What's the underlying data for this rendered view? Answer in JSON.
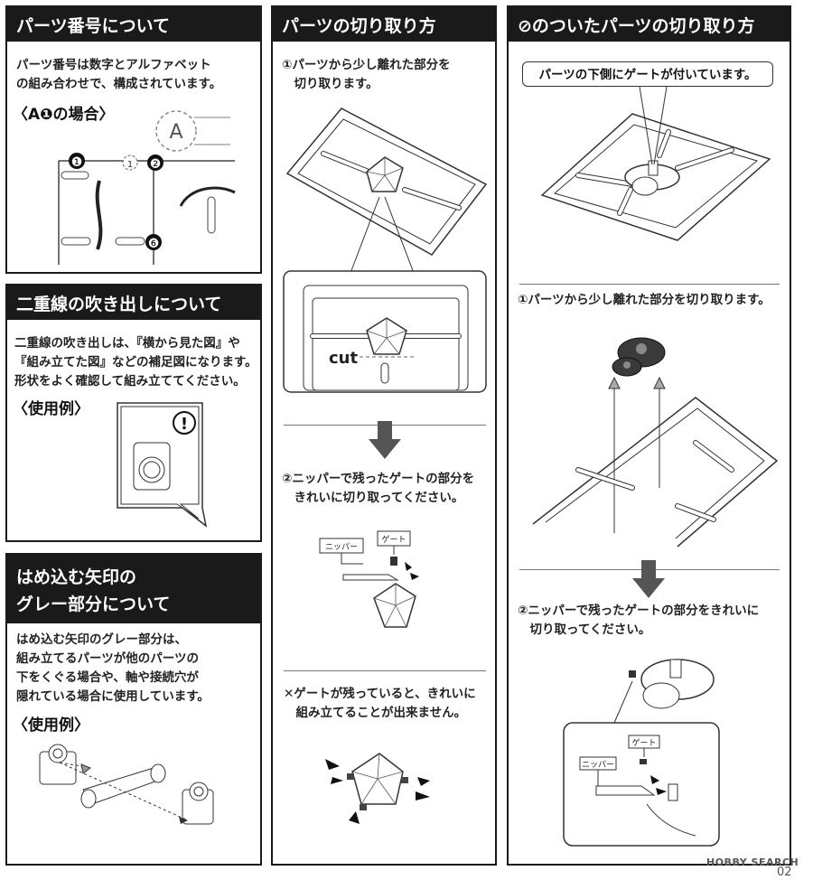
{
  "panel1": {
    "title": "パーツ番号について",
    "body": [
      "パーツ番号は数字とアルファベット",
      "の組み合わせで、構成されています。"
    ],
    "case_label": "〈A❶の場合〉",
    "fig_letter": "A",
    "fig_nums": [
      "❶",
      "1",
      "❷",
      "❻"
    ]
  },
  "panel2": {
    "title": "二重線の吹き出しについて",
    "body": [
      "二重線の吹き出しは、『横から見た図』や",
      "『組み立てた図』などの補足図になります。",
      "形状をよく確認して組み立ててください。"
    ],
    "example_label": "〈使用例〉",
    "fig_mark": "!"
  },
  "panel3": {
    "title_lines": [
      "はめ込む矢印の",
      "グレー部分について"
    ],
    "body": [
      "はめ込む矢印のグレー部分は、",
      "組み立てるパーツが他のパーツの",
      "下をくぐる場合や、軸や接続穴が",
      "隠れている場合に使用しています。"
    ],
    "example_label": "〈使用例〉"
  },
  "panel4": {
    "title": "パーツの切り取り方",
    "step1": [
      "①パーツから少し離れた部分を",
      "　切り取ります。"
    ],
    "cut_label": "cut",
    "step2": [
      "②ニッパーで残ったゲートの部分を",
      "　きれいに切り取ってください。"
    ],
    "nipper_label": "ニッパー",
    "gate_label": "ゲート",
    "warning": [
      "✕ゲートが残っていると、きれいに",
      "　組み立てることが出来ません。"
    ]
  },
  "panel5": {
    "title": "⊘のついたパーツの切り取り方",
    "callout": "パーツの下側にゲートが付いています。",
    "step1": "①パーツから少し離れた部分を切り取ります。",
    "step2": [
      "②ニッパーで残ったゲートの部分をきれいに",
      "　切り取ってください。"
    ],
    "gate_label": "ゲート",
    "nipper_label": "ニッパー"
  },
  "footer": {
    "watermark": "HOBBY SEARCH",
    "page_number": "02"
  }
}
